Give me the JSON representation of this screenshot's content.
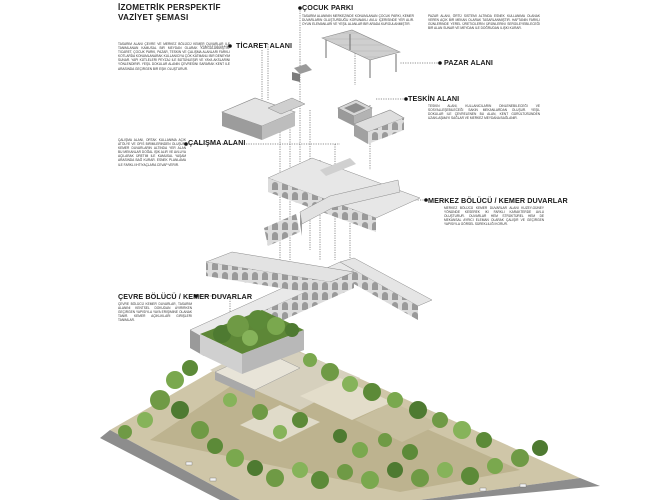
{
  "title": "İZOMETRİK PERSPEKTİF\nVAZİYET ŞEMASI",
  "labels": {
    "ticaret": "TİCARET ALANI",
    "cocuk": "ÇOCUK PARKI",
    "pazar": "PAZAR ALANI",
    "teskin": "TESKİN ALANI",
    "calisma": "ÇALIŞMA ALANI",
    "merkez": "MERKEZ BÖLÜCÜ / KEMER DUVARLAR",
    "cevre": "ÇEVRE BÖLÜCÜ / KEMER DUVARLAR"
  },
  "paragraphs": {
    "intro": "Tasarım alanı çevre ve merkez bölücü kemer duvarlar ile tanımlanan kamusal bir meydan olarak kurgulanmıştır. Ticaret, çocuk parkı, pazar, teskin ve çalışma alanları farklı kotlarda konumlanarak kullanıcıya çok katmanlı bir deneyim sunar. Yapı kütleleri peyzaj ile bütünleşir ve yaya akslarını yönlendirir. Yeşil dokular alanın çevresini sararak kent ile arasında geçirgen bir eşik oluşturur.",
    "cocuk": "Tasarım alanının merkezinde konumlanan çocuk parkı, kemer duvarların oluşturduğu korunaklı avlu içerisinde yer alır. Oyun elemanları ve yeşil alanlar bir arada kurgulanmıştır.",
    "pazar": "Pazar alanı, örtü sistemi altında esnek kullanıma olanak veren açık bir mekan olarak tasarlanmıştır. Haftanın farklı günlerinde yerel üreticilerin ürünlerini sergileyebileceği bir alan sunar ve meydan ile doğrudan ilişki kurar.",
    "teskin": "Teskin alanı, kullanıcıların dinlenebileceği ve sosyalleşebileceği sakin mekanlardan oluşur. Yeşil dokular ile çevrelenen bu alan, kent gürültüsünden uzaklaşmayı sağlar ve merkez meydana bağlanır.",
    "calisma": "Çalışma alanı, ortak kullanıma açık atölye ve ofis birimlerinden oluşur. Kemer duvarların altında yer alan bu mekanlar doğal ışık alır ve avluya açılarak üretim ile kamusal yaşam arasında bağ kurar. Esnek planlama ile farklı ihtiyaçlara cevap verir.",
    "merkez": "Merkez bölücü kemer duvarlar alanı kuzey-güney yönünde keserek iki farklı karakterde avlu oluşturur. Duvarlar hem strüktürel hem de mekansal ayrıcı eleman olarak çalışır ve geçirgen yapısıyla görsel sürekliliği korur.",
    "cevre": "Çevre bölücü kemer duvarlar, tasarım alanını kentsel dokudan ayırırken geçirgen yapısıyla yaya erişimine olanak tanır. Kemer açıklıkları girişleri tanımlar."
  },
  "colors": {
    "wall": "#d8d8d8",
    "wall_dark": "#a8a8a8",
    "tree": "#6f9a45",
    "tree_dark": "#4e7a31",
    "ground": "#c9c1a6"
  }
}
